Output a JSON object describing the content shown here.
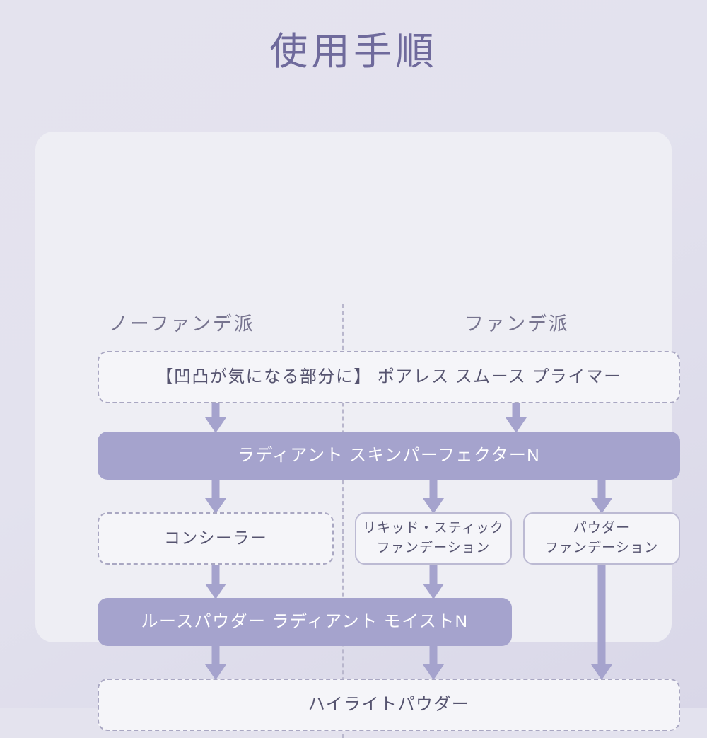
{
  "page": {
    "title": "使用手順",
    "title_color": "#6f6a9c",
    "background_color": "#e3e2ee",
    "card_color": "#eeeef4",
    "accent_color": "#a5a3cd",
    "text_color": "#565470"
  },
  "columns": {
    "left_header": "ノーファンデ派",
    "right_header": "ファンデ派"
  },
  "flow": {
    "nodes": [
      {
        "id": "primer",
        "label": "【凹凸が気になる部分に】  ポアレス スムース プライマー",
        "style": "dashed",
        "span": "full"
      },
      {
        "id": "radiant",
        "label": "ラディアント スキンパーフェクターN",
        "style": "filled",
        "span": "full"
      },
      {
        "id": "concealer",
        "label": "コンシーラー",
        "style": "dashed",
        "span": "left"
      },
      {
        "id": "liquid-stick-foundation",
        "line1": "リキッド・スティック",
        "line2": "ファンデーション",
        "style": "solid",
        "span": "right-center"
      },
      {
        "id": "powder-foundation",
        "line1": "パウダー",
        "line2": "ファンデーション",
        "style": "solid",
        "span": "right-right"
      },
      {
        "id": "loose-powder",
        "label": "ルースパウダー ラディアント モイストN",
        "style": "filled",
        "span": "left-and-center"
      },
      {
        "id": "highlight-powder",
        "label": "ハイライトパウダー",
        "style": "dashed",
        "span": "full"
      }
    ],
    "arrows": [
      {
        "id": "a1",
        "from": "primer",
        "to": "radiant"
      },
      {
        "id": "a2",
        "from": "primer",
        "to": "radiant"
      },
      {
        "id": "a3",
        "from": "radiant",
        "to": "concealer"
      },
      {
        "id": "a4",
        "from": "radiant",
        "to": "liquid-stick-foundation"
      },
      {
        "id": "a5",
        "from": "radiant",
        "to": "powder-foundation"
      },
      {
        "id": "a6",
        "from": "concealer",
        "to": "loose-powder"
      },
      {
        "id": "a7",
        "from": "liquid-stick-foundation",
        "to": "loose-powder"
      },
      {
        "id": "a8",
        "from": "loose-powder",
        "to": "highlight-powder"
      },
      {
        "id": "a9",
        "from": "loose-powder",
        "to": "highlight-powder"
      },
      {
        "id": "a10",
        "from": "powder-foundation",
        "to": "highlight-powder"
      }
    ]
  }
}
